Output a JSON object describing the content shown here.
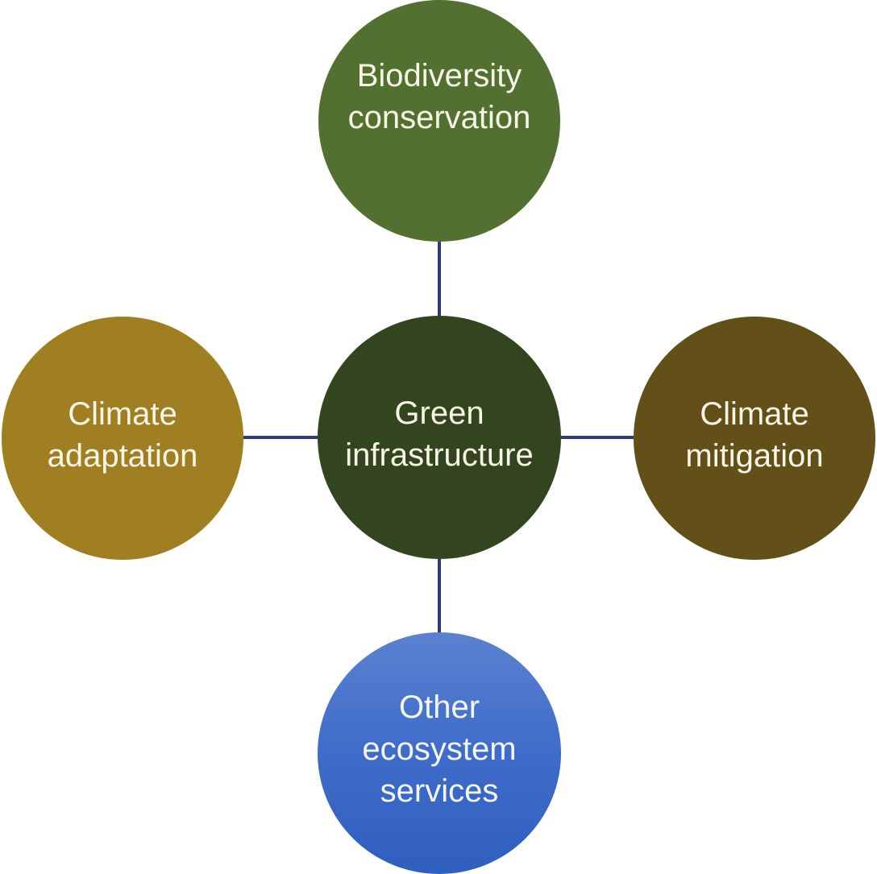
{
  "diagram": {
    "type": "hub-and-spoke",
    "center": {
      "label": "Green\ninfrastructure",
      "color": "#33451f"
    },
    "nodes": {
      "top": {
        "label": "Biodiversity\nconservation",
        "color": "#527030"
      },
      "left": {
        "label": "Climate\nadaptation",
        "color": "#a07f22"
      },
      "right": {
        "label": "Climate\nmitigation",
        "color": "#634f18"
      },
      "bottom": {
        "label": "Other\necosystem\nservices",
        "color_top": "#5b82d0",
        "color_bottom": "#2f5fbf"
      }
    },
    "connector_color": "#2f3a7a",
    "edges": [
      [
        "Green infrastructure",
        "Biodiversity conservation"
      ],
      [
        "Green infrastructure",
        "Climate adaptation"
      ],
      [
        "Green infrastructure",
        "Climate mitigation"
      ],
      [
        "Green infrastructure",
        "Other ecosystem services"
      ]
    ]
  }
}
